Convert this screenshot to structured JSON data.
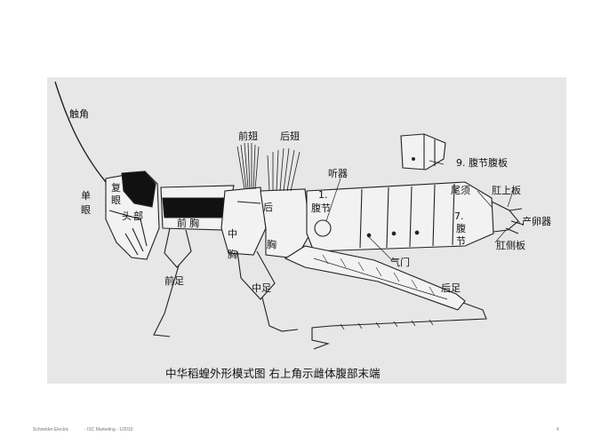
{
  "diagram": {
    "labels": {
      "antenna": "触角",
      "compound_eye_1": "复",
      "compound_eye_2": "眼",
      "ocellus_1": "单",
      "ocellus_2": "眼",
      "head_1": "头",
      "head_2": "部",
      "prothorax_1": "前",
      "prothorax_2": "胸",
      "mesothorax_1": "中",
      "mesothorax_2": "胸",
      "metathorax_1": "后",
      "metathorax_2": "胸",
      "forewing": "前翅",
      "hindwing": "后翅",
      "tympanum": "听器",
      "segment1_num": "1.",
      "segment1_word": "腹节",
      "segment7_num": "7.",
      "segment7_w1": "腹",
      "segment7_w2": "节",
      "cercus": "尾须",
      "supra_anal": "肛上板",
      "ovipositor": "产卵器",
      "paraproct": "肛侧板",
      "spiracle": "气门",
      "foreleg": "前足",
      "midleg": "中足",
      "hindleg": "后足",
      "inset_sternite": "9. 腹节腹板"
    },
    "caption": "中华稻蝗外形模式图 右上角示雌体腹部末端"
  },
  "footer": {
    "company": "Schneider Electric",
    "department": "- ISC Marketing - 1/2010",
    "page_number": "4"
  }
}
